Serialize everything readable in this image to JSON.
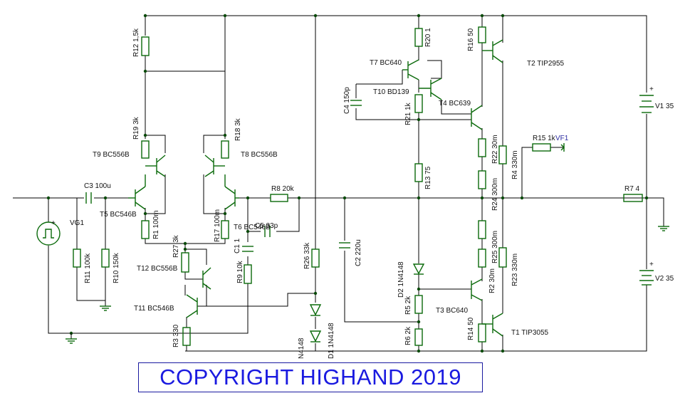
{
  "copyright": "COPYRIGHT HIGHAND 2019",
  "colors": {
    "wire": "#000000",
    "component": "#0a6a0a",
    "label": "#111111",
    "copyright": "#1a1ae0"
  },
  "components": {
    "R12": "R12 1,5k",
    "R19": "R19 3k",
    "R18": "R18 3k",
    "T9": "T9 BC556B",
    "T8": "T8 BC556B",
    "C3": "C3 100u",
    "T5": "T5 BC546B",
    "T6": "T6 BC546B",
    "VG1": "VG1",
    "R11": "R11 100k",
    "R10": "R10 150k",
    "R1": "R1 100m",
    "R17": "R17 100m",
    "R27": "R27 3k",
    "T12": "T12 BC556B",
    "T11": "T11 BC546B",
    "R3": "R3 330",
    "C1": "C1 1",
    "R9": "R9 10k",
    "C5": "C5 33p",
    "R8": "R8 20k",
    "R26": "R26 33k",
    "D1": "D1 1N4148",
    "N4148": "N4148",
    "C2": "C2 220u",
    "C4": "C4 150p",
    "R20": "R20 1",
    "T7": "T7 BC640",
    "T10": "T10 BD139",
    "T4": "T4 BC639",
    "R21": "R21 1k",
    "R13": "R13 75",
    "D2": "D2 1N4148",
    "R5": "R5 2k",
    "R6": "R6 2k",
    "T3": "T3 BC640",
    "R16": "R16 50",
    "T2": "T2 TIP2955",
    "R22": "R22 30m",
    "R4": "R4 330m",
    "R24": "R24 300m",
    "R25": "R25 300m",
    "R2": "R2 30m",
    "R23": "R23 330m",
    "R14": "R14 50",
    "T1": "T1 TIP3055",
    "R15": "R15 1k",
    "VF1": "VF1",
    "R7": "R7 4",
    "V1": "V1 35",
    "V2": "V2 35"
  }
}
